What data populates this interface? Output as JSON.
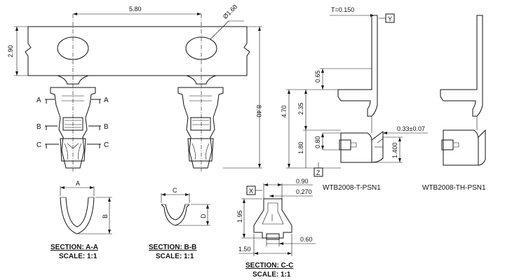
{
  "dimensions": {
    "pitch": "5.80",
    "hole_diameter": "Ø1.60",
    "carrier_height": "2.90",
    "overall_length": "8.40",
    "thickness": "T=0.150",
    "d_065": "0.65",
    "d_470": "4.70",
    "d_235": "2.35",
    "d_180": "1.80",
    "d_080": "0.80",
    "d_033": "0.33±0.07",
    "d_1400": "1.400",
    "c_090": "0.90",
    "c_0270": "0.270",
    "c_195": "1.95",
    "c_150": "1.50",
    "c_060": "0.60"
  },
  "datums": {
    "y": "Y",
    "z": "Z",
    "x": "X"
  },
  "section_markers": {
    "a": "A",
    "b": "B",
    "c": "C",
    "d": "D"
  },
  "sections": {
    "aa_title": "SECTION: A-A",
    "aa_scale": "SCALE: 1:1",
    "bb_title": "SECTION: B-B",
    "bb_scale": "SCALE: 1:1",
    "cc_title": "SECTION: C-C",
    "cc_scale": "SCALE: 1:1"
  },
  "part_numbers": {
    "left": "WTB2008-T-PSN1",
    "right": "WTB2008-TH-PSN1"
  }
}
